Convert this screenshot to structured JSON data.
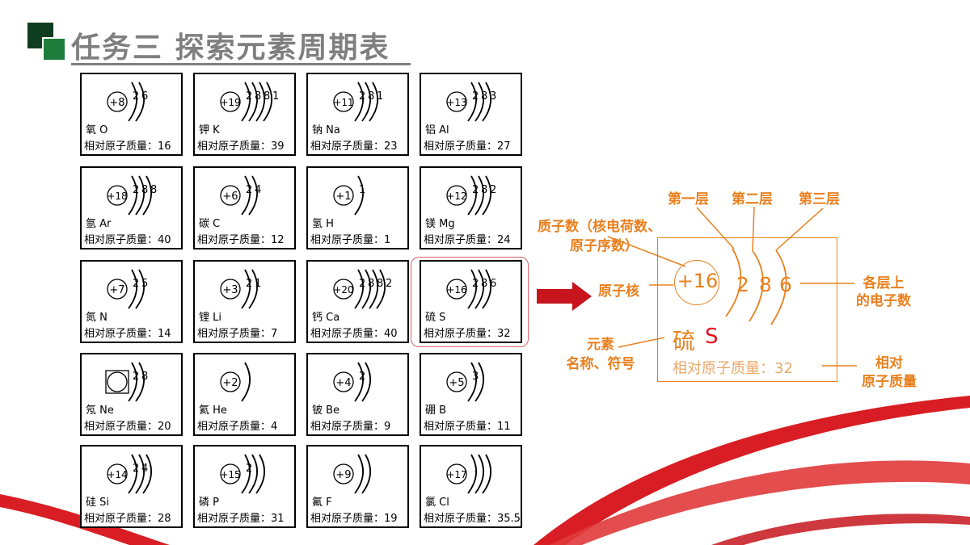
{
  "slide_title": "任务三  探索元素周期表",
  "elements": [
    {
      "name": "氧 O",
      "mass": "相对原子质量：16",
      "nucleus": "+8",
      "shells": [
        "2",
        "6"
      ],
      "arcs": 2
    },
    {
      "name": "钾 K",
      "mass": "相对原子质量：39",
      "nucleus": "+19",
      "shells": [
        "2",
        "8",
        "8",
        "1"
      ],
      "arcs": 4
    },
    {
      "name": "钠 Na",
      "mass": "相对原子质量：23",
      "nucleus": "+11",
      "shells": [
        "2",
        "8",
        "1"
      ],
      "arcs": 3
    },
    {
      "name": "铝 Al",
      "mass": "相对原子质量：27",
      "nucleus": "+13",
      "shells": [
        "2",
        "8",
        "3"
      ],
      "arcs": 3
    },
    {
      "name": "氩 Ar",
      "mass": "相对原子质量：40",
      "nucleus": "+18",
      "shells": [
        "2",
        "8",
        "8"
      ],
      "arcs": 3
    },
    {
      "name": "碳 C",
      "mass": "相对原子质量：12",
      "nucleus": "+6",
      "shells": [
        "2",
        "4"
      ],
      "arcs": 2
    },
    {
      "name": "氢 H",
      "mass": "相对原子质量：1",
      "nucleus": "+1",
      "shells": [
        "1"
      ],
      "arcs": 1
    },
    {
      "name": "镁 Mg",
      "mass": "相对原子质量：24",
      "nucleus": "+12",
      "shells": [
        "2",
        "8",
        "2"
      ],
      "arcs": 3
    },
    {
      "name": "氮 N",
      "mass": "相对原子质量：14",
      "nucleus": "+7",
      "shells": [
        "2",
        "5"
      ],
      "arcs": 2
    },
    {
      "name": "锂 Li",
      "mass": "相对原子质量：7",
      "nucleus": "+3",
      "shells": [
        "2",
        "1"
      ],
      "arcs": 2
    },
    {
      "name": "钙 Ca",
      "mass": "相对原子质量：40",
      "nucleus": "+20",
      "shells": [
        "2",
        "8",
        "8",
        "2"
      ],
      "arcs": 4
    },
    {
      "name": "硫 S",
      "mass": "相对原子质量：32",
      "nucleus": "+16",
      "shells": [
        "2",
        "8",
        "6"
      ],
      "arcs": 3
    },
    {
      "name": "氖 Ne",
      "mass": "相对原子质量：20",
      "nucleus": "",
      "shells": [
        "2",
        "8"
      ],
      "arcs": 2
    },
    {
      "name": "氦 He",
      "mass": "相对原子质量：4",
      "nucleus": "+2",
      "shells": [],
      "arcs": 1
    },
    {
      "name": "铍 Be",
      "mass": "相对原子质量：9",
      "nucleus": "+4",
      "shells": [
        "2"
      ],
      "arcs": 2
    },
    {
      "name": "硼 B",
      "mass": "相对原子质量：11",
      "nucleus": "+5",
      "shells": [
        "3"
      ],
      "arcs": 2
    },
    {
      "name": "硅 Si",
      "mass": "相对原子质量：28",
      "nucleus": "+14",
      "shells": [
        "2",
        "4"
      ],
      "arcs": 3
    },
    {
      "name": "磷 P",
      "mass": "相对原子质量：31",
      "nucleus": "+15",
      "shells": [
        "2"
      ],
      "arcs": 3
    },
    {
      "name": "氟 F",
      "mass": "相对原子质量：19",
      "nucleus": "+9",
      "shells": [],
      "arcs": 2
    },
    {
      "name": "氯 Cl",
      "mass": "相对原子质量：35.5",
      "nucleus": "+17",
      "shells": [],
      "arcs": 3
    }
  ],
  "diagram": {
    "layer1": "第一层",
    "layer2": "第二层",
    "layer3": "第三层",
    "proton_label_line1": "质子数（核电荷数、",
    "proton_label_line2": "原子序数）",
    "nucleus_label": "原子核",
    "shell_label_line1": "各层上",
    "shell_label_line2": "的电子数",
    "element_label_line1": "元素",
    "element_label_line2": "名称、符号",
    "mass_label_line1": "相对",
    "mass_label_line2": "原子质量",
    "nucleus_charge": "+16",
    "electrons": [
      "2",
      "8",
      "6"
    ],
    "element_name": "硫",
    "element_symbol": "S",
    "mass_text": "相对原子质量：32"
  },
  "colors": {
    "orange": "#e8801e",
    "red": "#e8101e",
    "ribbon": "#d81e24",
    "title_gray": "#7f7f7f",
    "title_green_dark": "#0f3d1f",
    "title_green_light": "#1e7d3a"
  }
}
